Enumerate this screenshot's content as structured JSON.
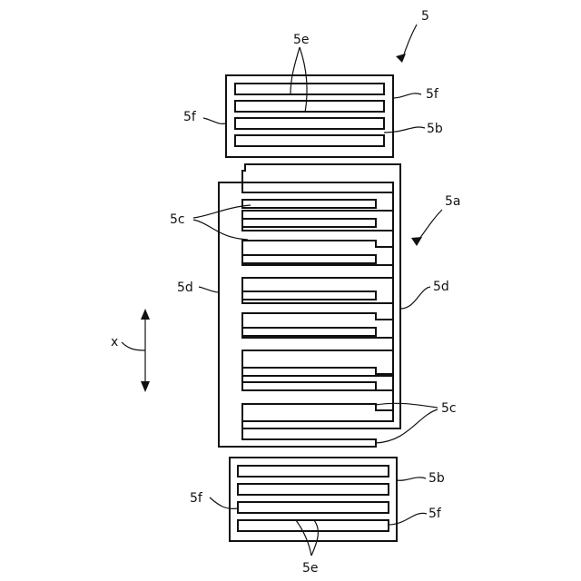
{
  "labels": {
    "assembly": "5",
    "top_slit": "5e",
    "top_right_group": "5f",
    "top_left_group": "5f",
    "top_right_b": "5b",
    "center": "5a",
    "upper_comb": "5c",
    "left_side": "5d",
    "right_side": "5d",
    "lower_comb": "5c",
    "axis": "x",
    "bottom_right_b": "5b",
    "bottom_left_group": "5f",
    "bottom_right_group": "5f",
    "bottom_slit": "5e"
  },
  "colors": {
    "line": "#111111",
    "background": "#ffffff"
  }
}
